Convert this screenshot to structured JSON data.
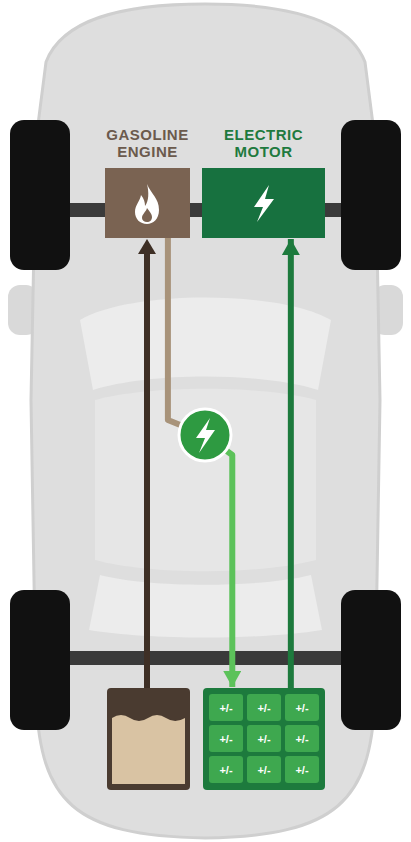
{
  "diagram": {
    "nodes": [
      {
        "text": [
          "GASOLINE ENGINE"
        ]
      },
      {
        "text": [
          "ELECTRIC MOTOR"
        ]
      },
      {
        "text": []
      },
      {
        "text": [
          "+/-"
        ],
        "in": 2
      },
      {
        "text": [
          "+/-"
        ],
        "in": 2
      },
      {
        "text": [
          "+/-"
        ],
        "in": 2
      },
      {
        "text": [
          "+/-"
        ],
        "in": 2
      },
      {
        "text": [
          "+/-"
        ],
        "in": 2
      },
      {
        "text": [
          "+/-"
        ],
        "in": 2
      },
      {
        "text": [
          "+/-"
        ],
        "in": 2
      },
      {
        "text": [
          "+/-"
        ],
        "in": 2
      },
      {
        "text": [
          "+/-"
        ],
        "in": 2
      }
    ],
    "edges": [
      {
        "from": 0,
        "to": 2,
        "arrow": "to"
      },
      {
        "from": 2,
        "to": 1,
        "arrow": "to"
      }
    ]
  }
}
